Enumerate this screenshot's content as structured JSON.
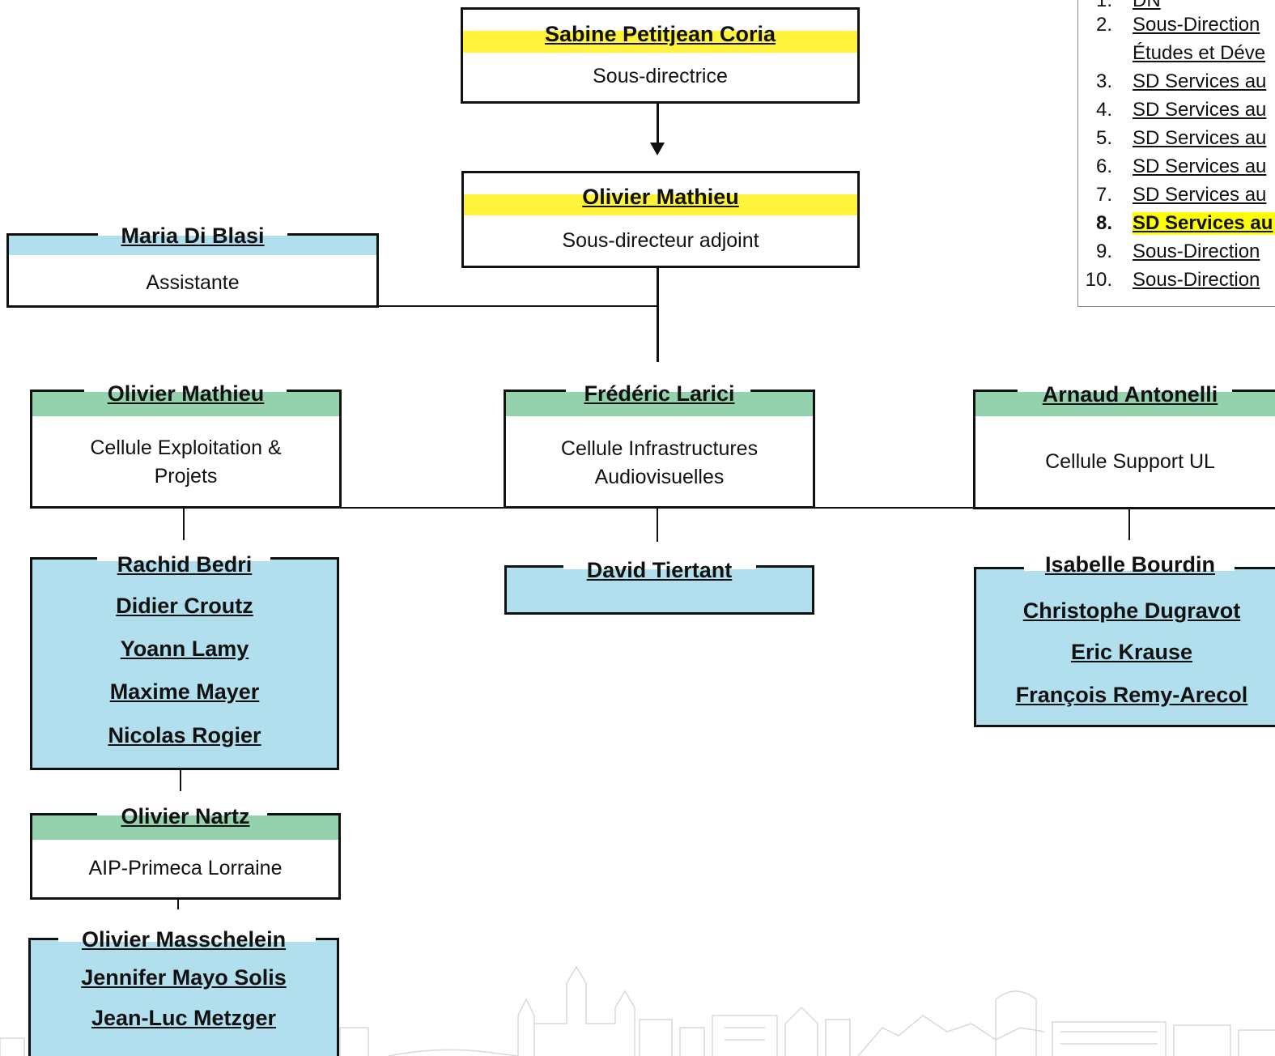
{
  "colors": {
    "highlight_yellow": "#fff33b",
    "light_blue": "#b1dfee",
    "green": "#93d2ad",
    "nav_active": "#ffff00"
  },
  "nav": {
    "items": [
      {
        "num": "1.",
        "label": "DN"
      },
      {
        "num": "2.",
        "label": "Sous-Direction",
        "label2": "Études et Déve"
      },
      {
        "num": "3.",
        "label": "SD Services au"
      },
      {
        "num": "4.",
        "label": "SD Services au"
      },
      {
        "num": "5.",
        "label": "SD Services au"
      },
      {
        "num": "6.",
        "label": "SD Services au"
      },
      {
        "num": "7.",
        "label": "SD Services au"
      },
      {
        "num": "8.",
        "label": "SD Services au",
        "active": true
      },
      {
        "num": "9.",
        "label": "Sous-Direction"
      },
      {
        "num": "10.",
        "label": "Sous-Direction"
      }
    ]
  },
  "org": {
    "director": {
      "name": "Sabine Petitjean Coria",
      "title": "Sous-directrice"
    },
    "deputy": {
      "name": "Olivier Mathieu",
      "title": "Sous-directeur adjoint"
    },
    "assistant": {
      "name": "Maria Di Blasi",
      "title": "Assistante"
    },
    "cells": [
      {
        "head": "Olivier Mathieu",
        "title_line1": "Cellule Exploitation &",
        "title_line2": "Projets"
      },
      {
        "head": "Frédéric Larici",
        "title_line1": "Cellule Infrastructures",
        "title_line2": "Audiovisuelles"
      },
      {
        "head": "Arnaud Antonelli",
        "title_line1": "Cellule Support UL"
      }
    ],
    "team_exploitation": [
      "Rachid Bedri",
      "Didier Croutz",
      "Yoann Lamy",
      "Maxime Mayer",
      "Nicolas Rogier"
    ],
    "team_infrastructures": [
      "David Tiertant"
    ],
    "team_support": [
      "Isabelle Bourdin",
      "Christophe Dugravot",
      "Eric Krause",
      "François Remy-Arecol"
    ],
    "aip": {
      "head": "Olivier Nartz",
      "title": "AIP-Primeca Lorraine"
    },
    "team_aip": [
      "Olivier Masschelein",
      "Jennifer Mayo Solis",
      "Jean-Luc Metzger"
    ]
  }
}
